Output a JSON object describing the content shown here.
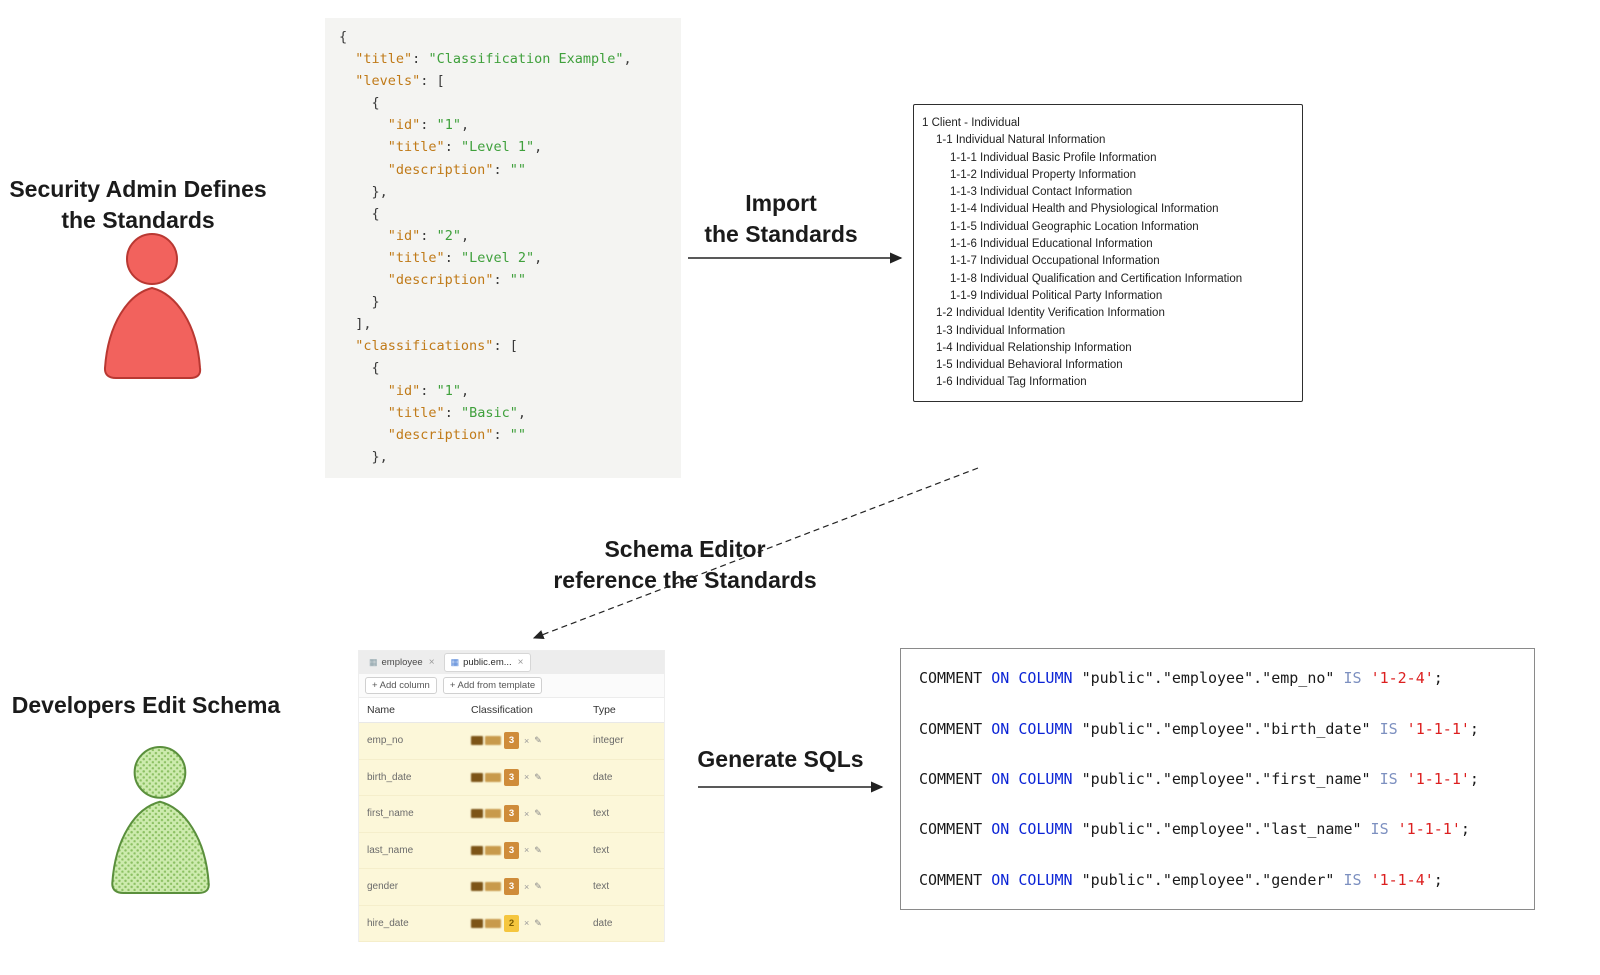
{
  "diagram": {
    "security_admin_label": {
      "line1": "Security Admin Defines",
      "line2": "the Standards"
    },
    "developers_label": "Developers Edit Schema",
    "import_label": {
      "line1": "Import",
      "line2": "the Standards"
    },
    "schema_ref_label": {
      "line1": "Schema Editor",
      "line2": "reference the Standards"
    },
    "generate_label": "Generate SQLs",
    "colors": {
      "admin_person_fill": "#f2625d",
      "admin_person_stroke": "#b93832",
      "dev_person_fill": "#cdebae",
      "dev_person_stroke": "#5a8f3c",
      "arrow": "#222222",
      "json_key": "#c07a18",
      "json_string": "#3fa03c",
      "sql_keyword_blue": "#0b24d6",
      "sql_string_red": "#dc1f1f",
      "row_highlight": "#fcf7d9"
    }
  },
  "json_snippet": {
    "lines": [
      [
        {
          "c": "p",
          "t": "{"
        }
      ],
      [
        {
          "c": "p",
          "t": "  "
        },
        {
          "c": "k",
          "t": "\"title\""
        },
        {
          "c": "p",
          "t": ": "
        },
        {
          "c": "s",
          "t": "\"Classification Example\""
        },
        {
          "c": "p",
          "t": ","
        }
      ],
      [
        {
          "c": "p",
          "t": "  "
        },
        {
          "c": "k",
          "t": "\"levels\""
        },
        {
          "c": "p",
          "t": ": ["
        }
      ],
      [
        {
          "c": "p",
          "t": "    {"
        }
      ],
      [
        {
          "c": "p",
          "t": "      "
        },
        {
          "c": "k",
          "t": "\"id\""
        },
        {
          "c": "p",
          "t": ": "
        },
        {
          "c": "s",
          "t": "\"1\""
        },
        {
          "c": "p",
          "t": ","
        }
      ],
      [
        {
          "c": "p",
          "t": "      "
        },
        {
          "c": "k",
          "t": "\"title\""
        },
        {
          "c": "p",
          "t": ": "
        },
        {
          "c": "s",
          "t": "\"Level 1\""
        },
        {
          "c": "p",
          "t": ","
        }
      ],
      [
        {
          "c": "p",
          "t": "      "
        },
        {
          "c": "k",
          "t": "\"description\""
        },
        {
          "c": "p",
          "t": ": "
        },
        {
          "c": "s",
          "t": "\"\""
        }
      ],
      [
        {
          "c": "p",
          "t": "    },"
        }
      ],
      [
        {
          "c": "p",
          "t": "    {"
        }
      ],
      [
        {
          "c": "p",
          "t": "      "
        },
        {
          "c": "k",
          "t": "\"id\""
        },
        {
          "c": "p",
          "t": ": "
        },
        {
          "c": "s",
          "t": "\"2\""
        },
        {
          "c": "p",
          "t": ","
        }
      ],
      [
        {
          "c": "p",
          "t": "      "
        },
        {
          "c": "k",
          "t": "\"title\""
        },
        {
          "c": "p",
          "t": ": "
        },
        {
          "c": "s",
          "t": "\"Level 2\""
        },
        {
          "c": "p",
          "t": ","
        }
      ],
      [
        {
          "c": "p",
          "t": "      "
        },
        {
          "c": "k",
          "t": "\"description\""
        },
        {
          "c": "p",
          "t": ": "
        },
        {
          "c": "s",
          "t": "\"\""
        }
      ],
      [
        {
          "c": "p",
          "t": "    }"
        }
      ],
      [
        {
          "c": "p",
          "t": "  ],"
        }
      ],
      [
        {
          "c": "p",
          "t": "  "
        },
        {
          "c": "k",
          "t": "\"classifications\""
        },
        {
          "c": "p",
          "t": ": ["
        }
      ],
      [
        {
          "c": "p",
          "t": "    {"
        }
      ],
      [
        {
          "c": "p",
          "t": "      "
        },
        {
          "c": "k",
          "t": "\"id\""
        },
        {
          "c": "p",
          "t": ": "
        },
        {
          "c": "s",
          "t": "\"1\""
        },
        {
          "c": "p",
          "t": ","
        }
      ],
      [
        {
          "c": "p",
          "t": "      "
        },
        {
          "c": "k",
          "t": "\"title\""
        },
        {
          "c": "p",
          "t": ": "
        },
        {
          "c": "s",
          "t": "\"Basic\""
        },
        {
          "c": "p",
          "t": ","
        }
      ],
      [
        {
          "c": "p",
          "t": "      "
        },
        {
          "c": "k",
          "t": "\"description\""
        },
        {
          "c": "p",
          "t": ": "
        },
        {
          "c": "s",
          "t": "\"\""
        }
      ],
      [
        {
          "c": "p",
          "t": "    },"
        }
      ]
    ]
  },
  "classification_tree": {
    "items": [
      {
        "indent": 0,
        "text": "1 Client - Individual"
      },
      {
        "indent": 1,
        "text": "1-1 Individual Natural Information"
      },
      {
        "indent": 2,
        "text": "1-1-1 Individual Basic Profile Information"
      },
      {
        "indent": 2,
        "text": "1-1-2 Individual Property Information"
      },
      {
        "indent": 2,
        "text": "1-1-3 Individual Contact Information"
      },
      {
        "indent": 2,
        "text": "1-1-4 Individual Health and Physiological Information"
      },
      {
        "indent": 2,
        "text": "1-1-5 Individual Geographic Location Information"
      },
      {
        "indent": 2,
        "text": "1-1-6 Individual Educational Information"
      },
      {
        "indent": 2,
        "text": "1-1-7 Individual Occupational Information"
      },
      {
        "indent": 2,
        "text": "1-1-8 Individual Qualification and Certification Information"
      },
      {
        "indent": 2,
        "text": "1-1-9 Individual Political Party Information"
      },
      {
        "indent": 1,
        "text": "1-2 Individual Identity Verification Information"
      },
      {
        "indent": 1,
        "text": "1-3 Individual Information"
      },
      {
        "indent": 1,
        "text": "1-4 Individual Relationship Information"
      },
      {
        "indent": 1,
        "text": "1-5 Individual Behavioral Information"
      },
      {
        "indent": 1,
        "text": "1-6 Individual Tag Information"
      }
    ]
  },
  "schema_editor": {
    "icons": {
      "table": "▦",
      "close": "×",
      "pencil": "✎"
    },
    "tabs": [
      {
        "label": "employee"
      },
      {
        "label": "public.em..."
      }
    ],
    "add_column_label": "+ Add column",
    "add_template_label": "+ Add from template",
    "columns": [
      "Name",
      "Classification",
      "Type"
    ],
    "rows": [
      {
        "name": "emp_no",
        "badge": "3",
        "badge_color": "#cf8c3a",
        "badge_text_color": "#ffffff",
        "type": "integer"
      },
      {
        "name": "birth_date",
        "badge": "3",
        "badge_color": "#cf8c3a",
        "badge_text_color": "#ffffff",
        "type": "date"
      },
      {
        "name": "first_name",
        "badge": "3",
        "badge_color": "#cf8c3a",
        "badge_text_color": "#ffffff",
        "type": "text"
      },
      {
        "name": "last_name",
        "badge": "3",
        "badge_color": "#cf8c3a",
        "badge_text_color": "#ffffff",
        "type": "text"
      },
      {
        "name": "gender",
        "badge": "3",
        "badge_color": "#cf8c3a",
        "badge_text_color": "#ffffff",
        "type": "text"
      },
      {
        "name": "hire_date",
        "badge": "2",
        "badge_color": "#f5c63e",
        "badge_text_color": "#7a5a00",
        "type": "date"
      }
    ]
  },
  "sql_snippet": {
    "lines": [
      [
        {
          "c": "c1",
          "t": "COMMENT "
        },
        {
          "c": "c2",
          "t": "ON COLUMN "
        },
        {
          "c": "c1",
          "t": "\"public\".\"employee\".\"emp_no\""
        },
        {
          "c": "c3",
          "t": " IS "
        },
        {
          "c": "c4",
          "t": "'1-2-4'"
        },
        {
          "c": "c1",
          "t": ";"
        }
      ],
      [
        {
          "c": "c1",
          "t": "COMMENT "
        },
        {
          "c": "c2",
          "t": "ON COLUMN "
        },
        {
          "c": "c1",
          "t": "\"public\".\"employee\".\"birth_date\""
        },
        {
          "c": "c3",
          "t": " IS "
        },
        {
          "c": "c4",
          "t": "'1-1-1'"
        },
        {
          "c": "c1",
          "t": ";"
        }
      ],
      [
        {
          "c": "c1",
          "t": "COMMENT "
        },
        {
          "c": "c2",
          "t": "ON COLUMN "
        },
        {
          "c": "c1",
          "t": "\"public\".\"employee\".\"first_name\""
        },
        {
          "c": "c3",
          "t": " IS "
        },
        {
          "c": "c4",
          "t": "'1-1-1'"
        },
        {
          "c": "c1",
          "t": ";"
        }
      ],
      [
        {
          "c": "c1",
          "t": "COMMENT "
        },
        {
          "c": "c2",
          "t": "ON COLUMN "
        },
        {
          "c": "c1",
          "t": "\"public\".\"employee\".\"last_name\""
        },
        {
          "c": "c3",
          "t": " IS "
        },
        {
          "c": "c4",
          "t": "'1-1-1'"
        },
        {
          "c": "c1",
          "t": ";"
        }
      ],
      [
        {
          "c": "c1",
          "t": "COMMENT "
        },
        {
          "c": "c2",
          "t": "ON COLUMN "
        },
        {
          "c": "c1",
          "t": "\"public\".\"employee\".\"gender\""
        },
        {
          "c": "c3",
          "t": " IS "
        },
        {
          "c": "c4",
          "t": "'1-1-4'"
        },
        {
          "c": "c1",
          "t": ";"
        }
      ]
    ]
  }
}
